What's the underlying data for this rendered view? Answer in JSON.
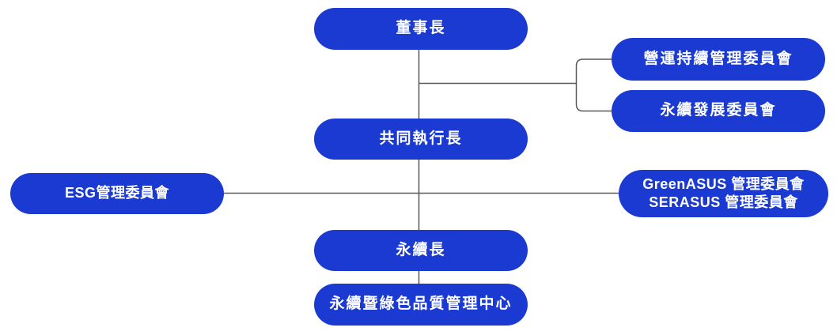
{
  "colors": {
    "node_fill": "#1a3ad2",
    "node_text": "#ffffff",
    "connector": "#58585a",
    "background": "#ffffff"
  },
  "org_chart": {
    "title": "sustainability-governance-structure",
    "nodes": {
      "chairman": {
        "label": "董事長"
      },
      "business_continuity": {
        "label": "營運持續管理委員會"
      },
      "sustainable_development": {
        "label": "永續發展委員會"
      },
      "co_ceo": {
        "label": "共同執行長"
      },
      "esg_committee": {
        "label": "ESG管理委員會"
      },
      "green_serasus": {
        "label_line1": "GreenASUS 管理委員會",
        "label_line2": "SERASUS 管理委員會"
      },
      "cso": {
        "label": "永續長"
      },
      "sustainability_center": {
        "label": "永續暨綠色品質管理中心"
      }
    }
  }
}
